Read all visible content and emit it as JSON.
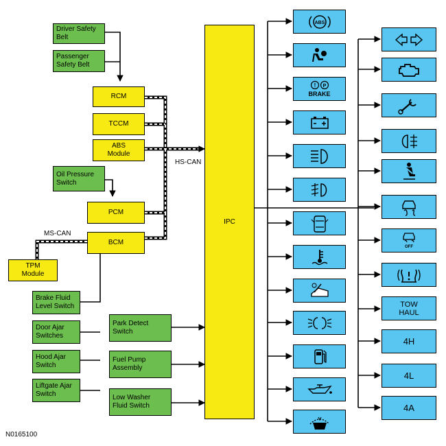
{
  "inputs_green": [
    {
      "label": "Driver Safety\nBelt"
    },
    {
      "label": "Passenger\nSafety Belt"
    },
    {
      "label": "Oil Pressure\nSwitch"
    },
    {
      "label": "Brake Fluid\nLevel Switch"
    },
    {
      "label": "Door Ajar\nSwitches"
    },
    {
      "label": "Hood Ajar\nSwitch"
    },
    {
      "label": "Liftgate Ajar\nSwitch"
    },
    {
      "label": "Park Detect\nSwitch"
    },
    {
      "label": "Fuel Pump\nAssembly"
    },
    {
      "label": "Low Washer\nFluid Switch"
    }
  ],
  "modules_yellow": [
    {
      "label": "RCM"
    },
    {
      "label": "TCCM"
    },
    {
      "label": "ABS\nModule"
    },
    {
      "label": "PCM"
    },
    {
      "label": "BCM"
    },
    {
      "label": "TPM\nModule"
    }
  ],
  "ipc": {
    "label": "IPC"
  },
  "bus_labels": {
    "hs_can": "HS-CAN",
    "ms_can": "MS-CAN"
  },
  "indicators_col1": [
    {
      "icon": "abs-icon"
    },
    {
      "icon": "airbag-icon"
    },
    {
      "icon": "brake-icon",
      "text_p1": "P",
      "text": "BRAKE"
    },
    {
      "icon": "battery-icon"
    },
    {
      "icon": "high-beam-icon"
    },
    {
      "icon": "front-fog-icon"
    },
    {
      "icon": "door-ajar-icon"
    },
    {
      "icon": "coolant-temp-icon"
    },
    {
      "icon": "hood-open-icon"
    },
    {
      "icon": "park-lamp-icon"
    },
    {
      "icon": "fuel-icon"
    },
    {
      "icon": "oil-pressure-icon"
    },
    {
      "icon": "washer-fluid-icon"
    }
  ],
  "indicators_col2": [
    {
      "icon": "turn-signal-icon"
    },
    {
      "icon": "check-engine-icon"
    },
    {
      "icon": "wrench-icon"
    },
    {
      "icon": "rear-fog-icon"
    },
    {
      "icon": "seatbelt-icon"
    },
    {
      "icon": "traction-control-icon"
    },
    {
      "icon": "traction-off-icon",
      "text": "OFF"
    },
    {
      "icon": "tire-pressure-icon"
    },
    {
      "icon": "tow-haul-icon",
      "text": "TOW\nHAUL"
    },
    {
      "icon": "4h-icon",
      "text": "4H"
    },
    {
      "icon": "4l-icon",
      "text": "4L"
    },
    {
      "icon": "4a-icon",
      "text": "4A"
    }
  ],
  "footer": {
    "figure_id": "N0165100"
  }
}
